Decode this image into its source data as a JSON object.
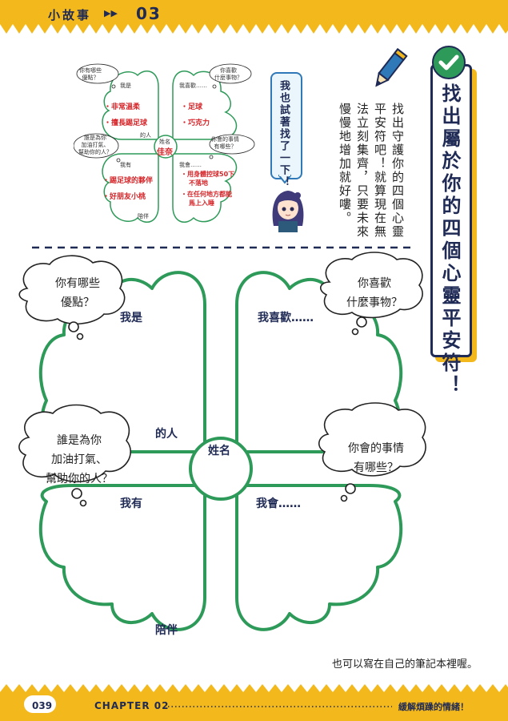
{
  "header": {
    "title": "小故事",
    "number": "03"
  },
  "heading": "找出屬於你的四個心靈平安符！",
  "body_text": "找出守護你的四個心靈平安符吧！就算現在無法立刻集齊，只要未來慢慢地增加就好嘍。",
  "speech": "我也試著找了一下！",
  "example": {
    "q_top_left": [
      "你有哪些",
      "優點？"
    ],
    "q_top_right": [
      "你喜歡",
      "什麼事物？"
    ],
    "q_bottom_left": [
      "誰是為你",
      "加油打氣、",
      "幫助你的人？"
    ],
    "q_bottom_right": [
      "你會的事情",
      "有哪些？"
    ],
    "label_top_left": "我是",
    "label_top_right": "我喜歡……",
    "label_middle": "的人",
    "label_bottom_left": "我有",
    "label_bottom_right": "我會……",
    "label_bottom": "陪伴",
    "center_label": "姓名",
    "center_name": "佳奈",
    "items_top_left": [
      "・非常溫柔",
      "・擅長踢足球"
    ],
    "items_top_right": [
      "・足球",
      "・巧克力"
    ],
    "items_bottom_left": [
      "・踢足球的夥伴",
      "・好朋友小桃"
    ],
    "items_bottom_right": [
      "・用身體控球50下",
      "不落地",
      "・在任何地方都能",
      "馬上入睡"
    ]
  },
  "worksheet": {
    "q_top_left": [
      "你有哪些",
      "優點？"
    ],
    "q_top_right": [
      "你喜歡",
      "什麼事物？"
    ],
    "q_bottom_left": [
      "誰是為你",
      "加油打氣、",
      "幫助你的人？"
    ],
    "q_bottom_right": [
      "你會的事情",
      "有哪些？"
    ],
    "label_top_left": "我是",
    "label_top_right": "我喜歡……",
    "label_middle": "的人",
    "label_bottom_left": "我有",
    "label_bottom_right": "我會……",
    "label_bottom": "陪伴",
    "center_label": "姓名"
  },
  "note": "也可以寫在自己的筆記本裡喔。",
  "footer": {
    "page": "039",
    "chapter": "CHAPTER 02",
    "subtitle": "緩解煩躁的情緒！"
  },
  "colors": {
    "clover_green": "#2e9a59",
    "navy": "#1f2a55",
    "accent_yellow": "#f3b81c",
    "red": "#d6262a"
  },
  "icons": [
    "check-icon",
    "pencil-icon"
  ]
}
